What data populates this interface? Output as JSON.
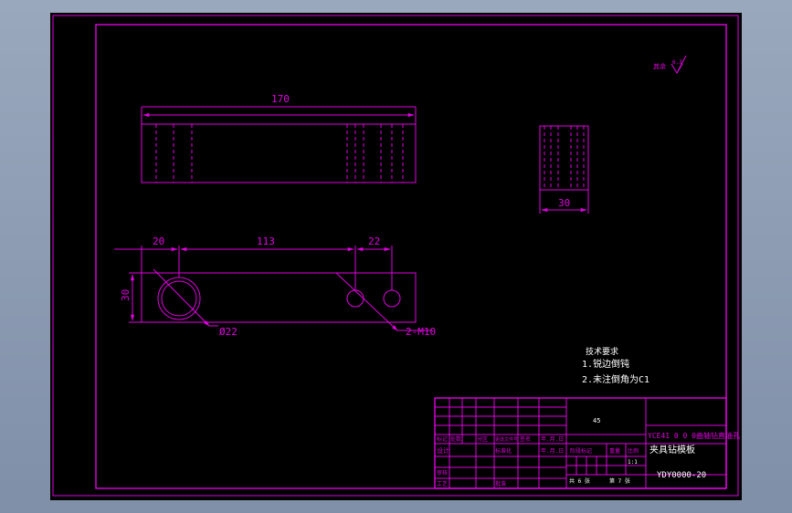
{
  "drawing": {
    "dims": {
      "top_length": "170",
      "side_width": "30",
      "left_offset": "20",
      "hole_spacing": "113",
      "right_offset": "22",
      "height": "30",
      "hole_diameter": "Ø22",
      "thread_note": "2-M10"
    },
    "roughness_label": "其余",
    "roughness_value": "6.3",
    "tech": {
      "title": "技术要求",
      "line1": "1.锐边倒钝",
      "line2": "2.未注倒角为C1"
    },
    "title_block": {
      "part_line1": "YCE41 0 0 0曲轴钻直油孔",
      "part_line2": "夹具钻模板",
      "drawing_no": "YDY0000-20",
      "material": "45",
      "scale": "1:1",
      "sheet_total": "共 6 张",
      "sheet_no": "第 7 张",
      "stage_mark": "阶段标记",
      "weight": "重量",
      "ratio": "比例",
      "row_marks": [
        "标记",
        "处数",
        "分区",
        "更改文件号",
        "签名",
        "年.月.日"
      ],
      "designer": "设计",
      "standardize": "标准化",
      "review": "审核",
      "process": "工艺",
      "approve": "批准",
      "sign_date": "年.月.日"
    }
  }
}
